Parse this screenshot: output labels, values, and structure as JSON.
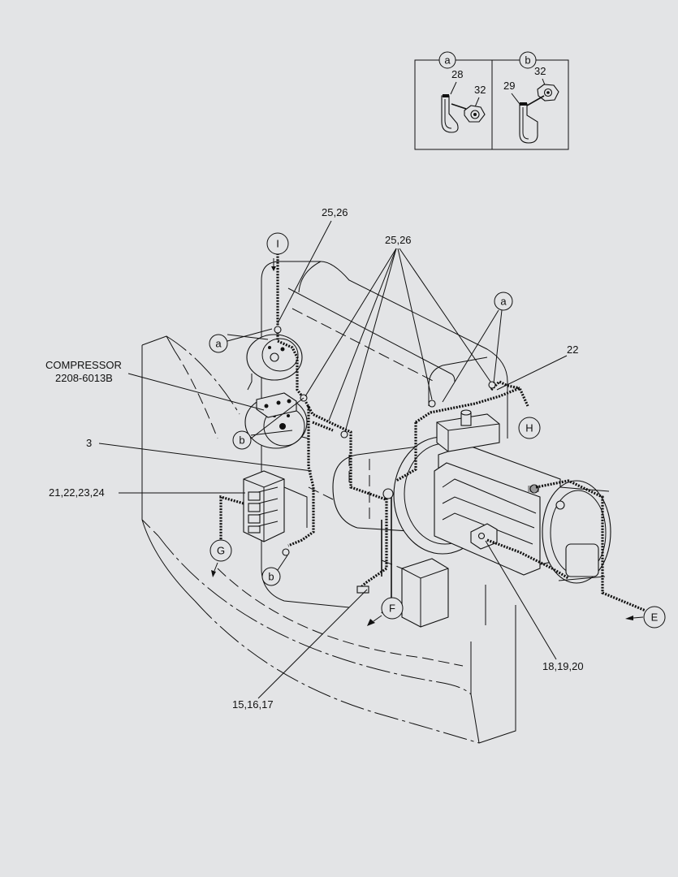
{
  "detail_views": {
    "a": {
      "tag": "a",
      "parts": [
        "28",
        "32"
      ]
    },
    "b": {
      "tag": "b",
      "parts": [
        "29",
        "32"
      ]
    }
  },
  "callouts": {
    "top_left_2526": "25,26",
    "top_center_2526": "25,26",
    "label_22": "22",
    "compressor_title": "COMPRESSOR",
    "compressor_part": "2208-6013B",
    "label_3": "3",
    "label_21_24": "21,22,23,24",
    "label_15_17": "15,16,17",
    "label_18_20": "18,19,20"
  },
  "circled_refs": {
    "I": "I",
    "H": "H",
    "G": "G",
    "F": "F",
    "E": "E",
    "a1": "a",
    "a2": "a",
    "b1": "b",
    "b2": "b"
  }
}
